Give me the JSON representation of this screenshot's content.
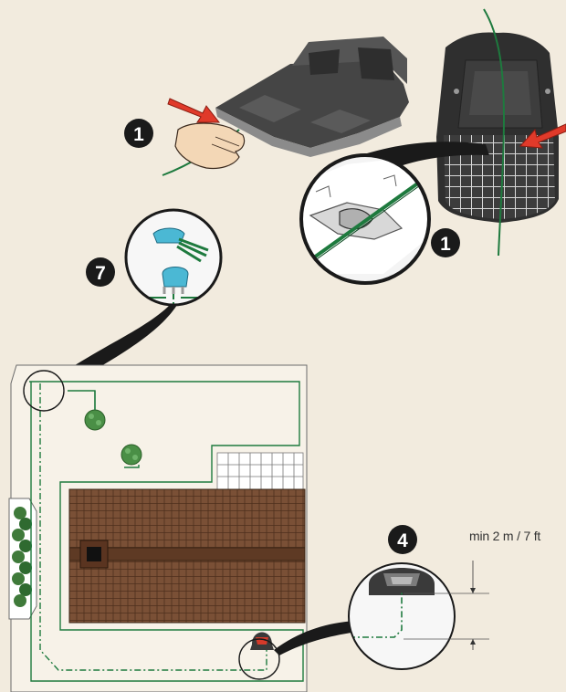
{
  "steps": {
    "step_a": "1",
    "step_b": "1",
    "step_c": "7",
    "step_d": "4"
  },
  "dimension_label": "min 2 m / 7 ft",
  "colors": {
    "background": "#f2ebde",
    "wire": "#1e7a3e",
    "roof": "#7a5036",
    "mower_body": "#3a3a3a",
    "connector": "#4bb8d4"
  }
}
